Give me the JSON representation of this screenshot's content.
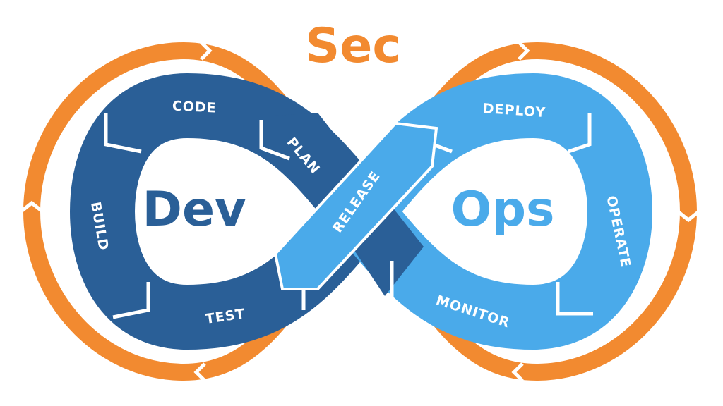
{
  "title": "Sec",
  "left_word": "Dev",
  "right_word": "Ops",
  "stages": {
    "plan": "PLAN",
    "code": "CODE",
    "build": "BUILD",
    "test": "TEST",
    "release": "RELEASE",
    "deploy": "DEPLOY",
    "operate": "OPERATE",
    "monitor": "MONITOR"
  },
  "colors": {
    "orange": "#f28a30",
    "dark_blue": "#2a5f97",
    "light_blue": "#4aaaea"
  }
}
